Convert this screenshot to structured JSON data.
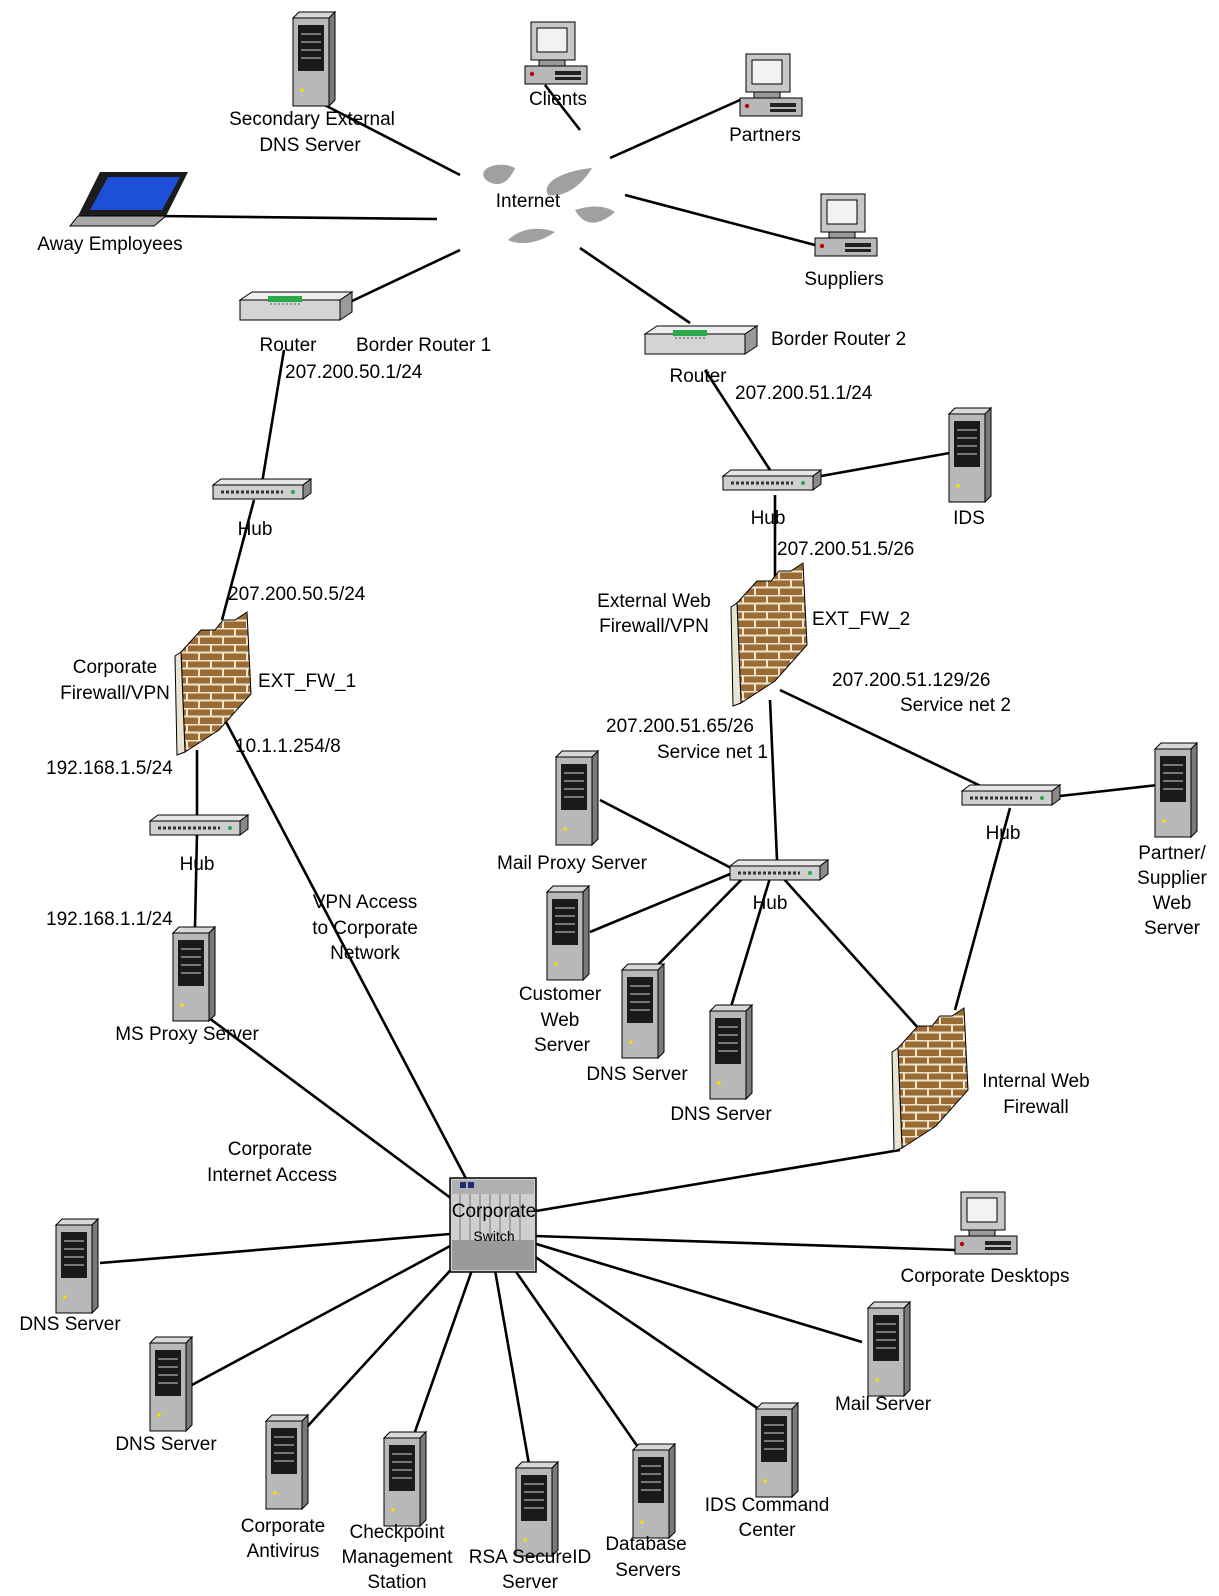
{
  "labels": {
    "internet": "Internet",
    "clients": "Clients",
    "partners": "Partners",
    "suppliers": "Suppliers",
    "sec_dns_1": "Secondary External",
    "sec_dns_2": "DNS Server",
    "away": "Away Employees",
    "router1": "Router",
    "border_router_1": "Border Router 1",
    "ip_207_200_50_1": "207.200.50.1/24",
    "router2": "Router",
    "border_router_2": "Border Router 2",
    "ip_207_200_51_1": "207.200.51.1/24",
    "hub_left_top": "Hub",
    "hub_right_top": "Hub",
    "ids": "IDS",
    "ip_207_200_51_5": "207.200.51.5/26",
    "ip_207_200_50_5": "207.200.50.5/24",
    "ext_web_fw_1": "External Web",
    "ext_web_fw_2": "Firewall/VPN",
    "ext_fw_2": "EXT_FW_2",
    "corp_fw_1": "Corporate",
    "corp_fw_2": "Firewall/VPN",
    "ext_fw_1": "EXT_FW_1",
    "ip_10_1_1_254": "10.1.1.254/8",
    "ip_207_200_51_129": "207.200.51.129/26",
    "service_net_2": "Service net 2",
    "ip_207_200_51_65": "207.200.51.65/26",
    "service_net_1": "Service net 1",
    "ip_192_168_1_5": "192.168.1.5/24",
    "hub_left_mid": "Hub",
    "ip_192_168_1_1": "192.168.1.1/24",
    "vpn_access_1": "VPN Access",
    "vpn_access_2": "to Corporate",
    "vpn_access_3": "Network",
    "mail_proxy": "Mail Proxy Server",
    "hub_service1": "Hub",
    "hub_service2": "Hub",
    "partner_web_1": "Partner/",
    "partner_web_2": "Supplier",
    "partner_web_3": "Web",
    "partner_web_4": "Server",
    "customer_web_1": "Customer",
    "customer_web_2": "Web",
    "customer_web_3": "Server",
    "dns_service_a": "DNS Server",
    "dns_service_b": "DNS Server",
    "ms_proxy": "MS Proxy Server",
    "internal_web_fw_1": "Internal Web",
    "internal_web_fw_2": "Firewall",
    "corp_internet_1": "Corporate",
    "corp_internet_2": "Internet Access",
    "corp_switch_1": "Corporate",
    "corp_switch_2": "Switch",
    "corp_desktops": "Corporate Desktops",
    "dns_corp_a": "DNS Server",
    "dns_corp_b": "DNS Server",
    "mail_server": "Mail Server",
    "ids_cmd_1": "IDS Command",
    "ids_cmd_2": "Center",
    "antivirus_1": "Corporate",
    "antivirus_2": "Antivirus",
    "checkpoint_1": "Checkpoint",
    "checkpoint_2": "Management",
    "checkpoint_3": "Station",
    "rsa_1": "RSA SecureID",
    "rsa_2": "Server",
    "database_1": "Database",
    "database_2": "Servers"
  }
}
